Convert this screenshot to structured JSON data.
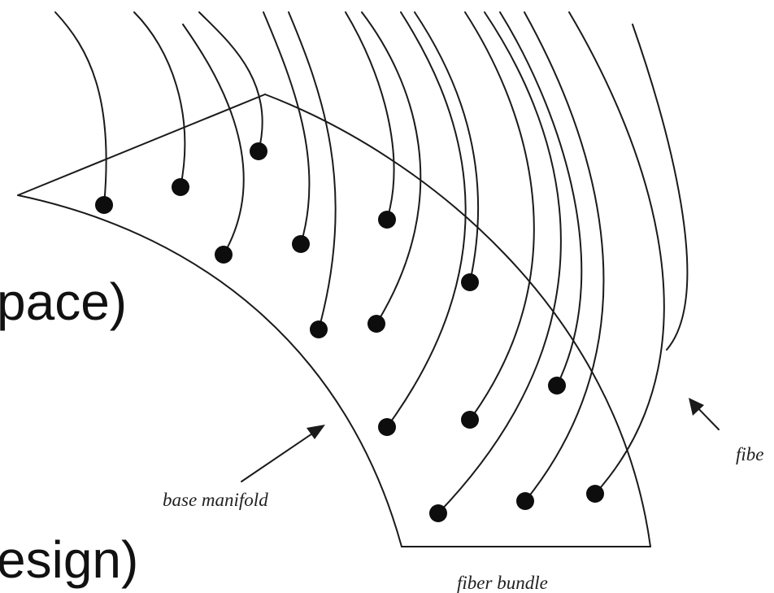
{
  "fragments": {
    "space_partial": "pace)",
    "design_partial": "esign)"
  },
  "labels": {
    "base_manifold": "base manifold",
    "fiber_bundle": "fiber bundle",
    "fiber": "fibe"
  },
  "colors": {
    "ink": "#1a1a1a",
    "background": "#ffffff"
  }
}
